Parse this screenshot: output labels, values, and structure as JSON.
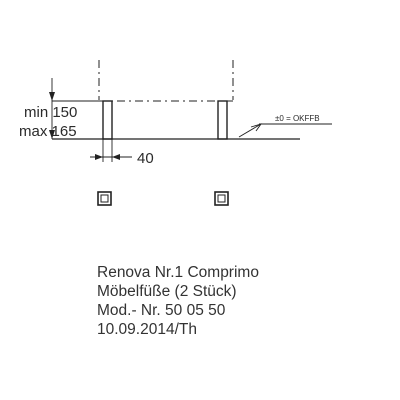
{
  "drawing": {
    "dimension_height_min": "min 150",
    "dimension_height_max": "max 165",
    "dimension_width": "40",
    "level_label": "±0 = OKFFB"
  },
  "title_block": {
    "product": "Renova Nr.1 Comprimo",
    "description": "Möbelfüße (2 Stück)",
    "model_number": "Mod.- Nr. 50 05 50",
    "date_author": "10.09.2014/Th"
  }
}
